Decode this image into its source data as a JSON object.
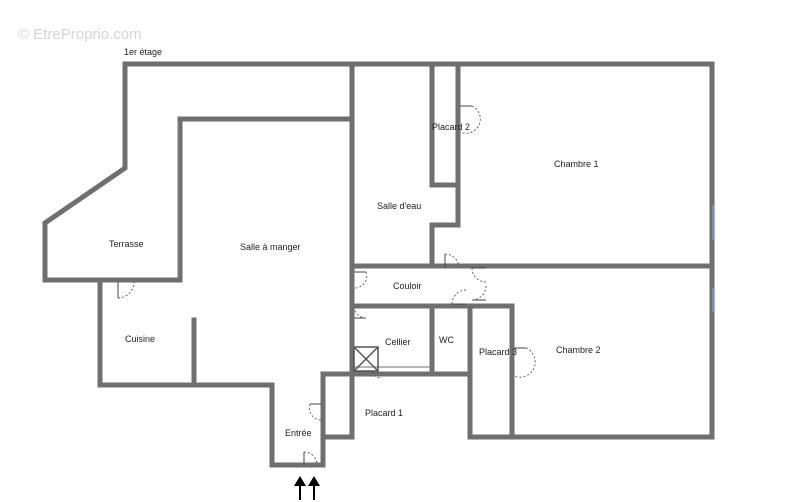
{
  "watermark": "© EtreProprio.com",
  "floor_label": "1er étage",
  "rooms": {
    "terrasse": "Terrasse",
    "salle_a_manger": "Salle à manger",
    "cuisine": "Cuisine",
    "salle_d_eau": "Salle d'eau",
    "placard_2": "Placard 2",
    "chambre_1": "Chambre 1",
    "couloir": "Couloir",
    "cellier": "Cellier",
    "wc": "WC",
    "placard_3": "Placard 3",
    "chambre_2": "Chambre 2",
    "placard_1": "Placard 1",
    "entree": "Entrée"
  },
  "colors": {
    "wall": "#6f6f6f",
    "window": "#7aa7d6",
    "text": "#222222",
    "watermark": "#d4d4d4"
  },
  "icons": [
    "entrance-arrow-icon",
    "entrance-arrow-icon"
  ]
}
